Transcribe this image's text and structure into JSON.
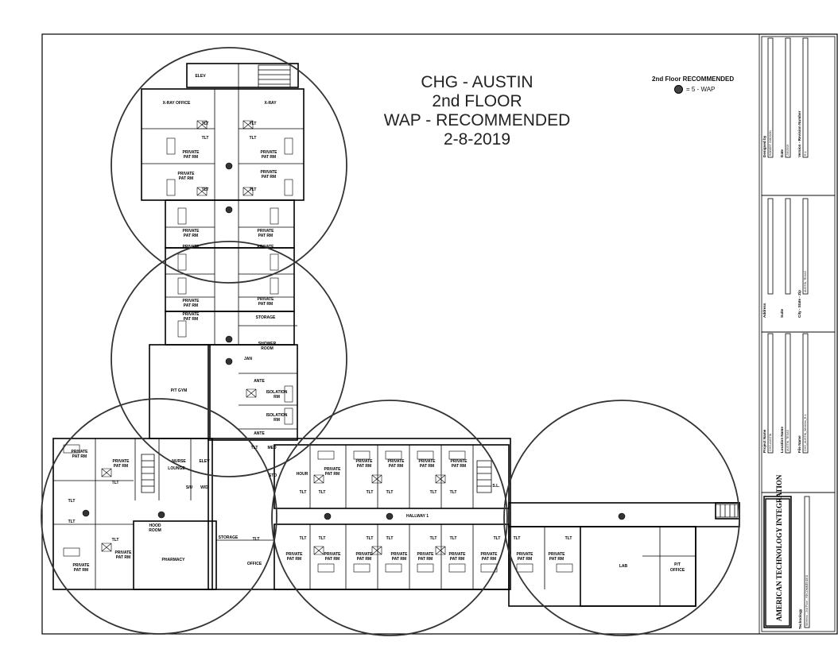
{
  "title": {
    "line1": "CHG - AUSTIN",
    "line2": "2nd FLOOR",
    "line3": "WAP - RECOMMENDED",
    "line4": "2-8-2019"
  },
  "legend": {
    "heading": "2nd Floor RECOMMENDED",
    "item": "= 5 - WAP",
    "dot_color": "#444444"
  },
  "sidebar": {
    "designed_by_label": "Designed by",
    "designed_by_value": "ROBERT GODSON",
    "date_label": "Date",
    "date_value": "2/8/2019",
    "version_label": "Version - Revision Number",
    "version_value": "R.1",
    "address_label": "Address",
    "suite_label": "Suite",
    "city_label": "City - State - Zip",
    "city_value": "AUSTIN, TEXAS",
    "project_label": "Project Name",
    "project_value": "CHG-AUSTIN",
    "location_label": "Location Name",
    "location_value": "AUSTIN, TEXAS",
    "file_label": "File Name",
    "file_value": "CHG_AUSTIN_Wireless_R.1",
    "technology_label": "Technology",
    "technology_value": "Wireless - 2nd Floor - RECOMMENDED",
    "logo_text": "AMERICAN TECHNOLOGY INTEGRATION"
  },
  "rooms": {
    "elev": "ELEV",
    "xray_office": "X-RAY OFFICE",
    "xray": "X-RAY",
    "tlt": "TLT",
    "private_pat_rm_1": "PRIVATE",
    "private_pat_rm_2": "PAT RM",
    "storage": "STORAGE",
    "shower_1": "SHOWER",
    "shower_2": "ROOM",
    "jan": "JAN",
    "ante": "ANTE",
    "isolation_1": "ISOLATION",
    "isolation_2": "RM",
    "pt_gym": "P/T GYM",
    "nurse_1": "NURSE",
    "nurse_2": "LOUNGE",
    "su": "S/U",
    "wd": "W/D",
    "med": "MED",
    "sto": "STO",
    "hood_1": "HOOD",
    "hood_2": "ROOM",
    "pharmacy": "PHARMACY",
    "office": "OFFICE",
    "hallway": "HALLWAY 1",
    "sl": "S.L.",
    "lab": "LAB",
    "pt_office_1": "P/T",
    "pt_office_2": "OFFICE",
    "hour": "HOUR"
  },
  "wap_count": 5
}
